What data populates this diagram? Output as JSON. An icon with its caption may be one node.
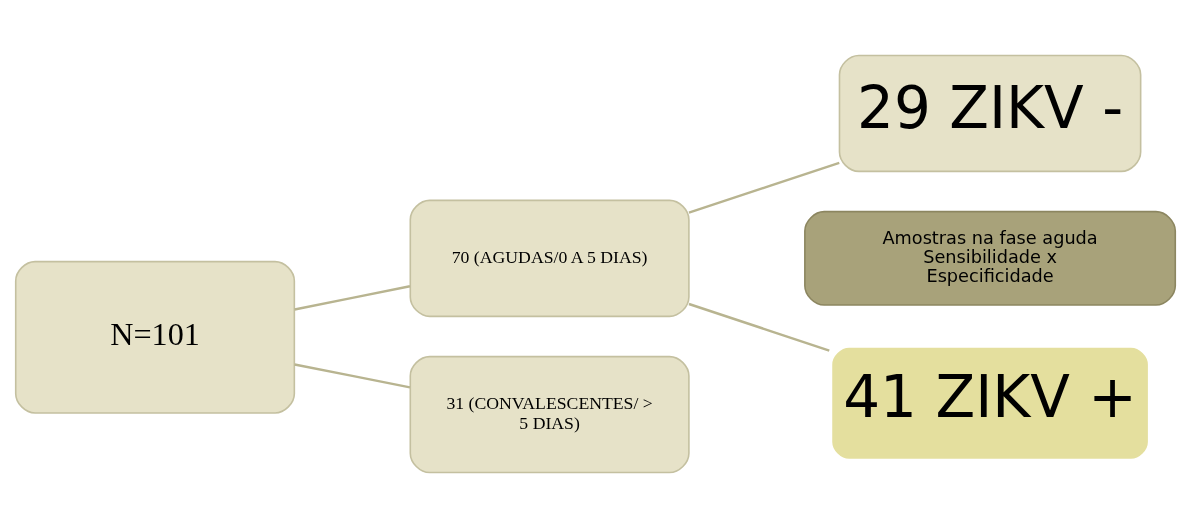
{
  "diagram": {
    "nodes": [
      {
        "text": [
          "N=101"
        ]
      },
      {
        "text": [
          "70 (AGUDAS/0 A 5 DIAS)"
        ]
      },
      {
        "text": [
          "31 (CONVALESCENTES/ > 5 DIAS)"
        ]
      },
      {
        "text": [
          "41 ZIKV +"
        ]
      },
      {
        "text": [
          "29 ZIKV -"
        ]
      },
      {
        "text": [
          "Amostras na fase aguda Sensibilidade x Especificidade"
        ]
      }
    ],
    "edges": [
      {
        "from": 0,
        "to": 1,
        "arrow": "none"
      },
      {
        "from": 0,
        "to": 2,
        "arrow": "none"
      },
      {
        "from": 1,
        "to": 3,
        "arrow": "none"
      },
      {
        "from": 1,
        "to": 4,
        "arrow": "none"
      }
    ]
  }
}
